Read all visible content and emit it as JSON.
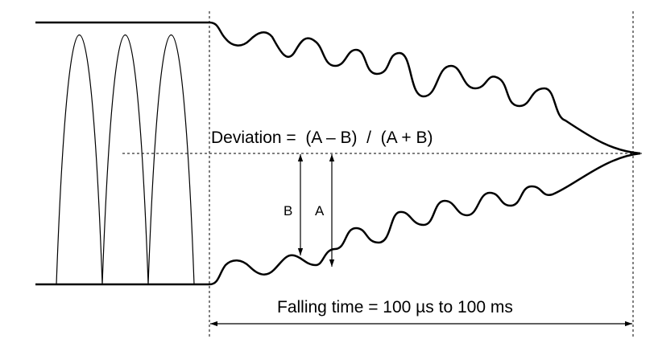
{
  "labels": {
    "deviation_formula": "Deviation =  (A – B)  /  (A + B)",
    "b": "B",
    "a": "A",
    "falling_time": "Falling time = 100 µs to 100 ms"
  },
  "colors": {
    "stroke": "#000000",
    "background": "#ffffff"
  }
}
